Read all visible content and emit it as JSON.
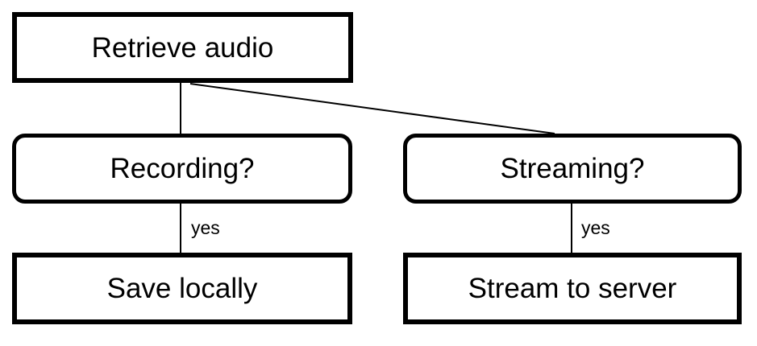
{
  "diagram": {
    "colors": {
      "background": "#ffffff",
      "stroke": "#000000",
      "text": "#000000"
    },
    "nodes": {
      "retrieve_audio": {
        "label": "Retrieve audio",
        "shape": "rectangle"
      },
      "recording": {
        "label": "Recording?",
        "shape": "rounded-rectangle"
      },
      "streaming": {
        "label": "Streaming?",
        "shape": "rounded-rectangle"
      },
      "save_locally": {
        "label": "Save locally",
        "shape": "rectangle"
      },
      "stream_to_server": {
        "label": "Stream to server",
        "shape": "rectangle"
      }
    },
    "edges": [
      {
        "from": "retrieve_audio",
        "to": "recording",
        "label": ""
      },
      {
        "from": "retrieve_audio",
        "to": "streaming",
        "label": ""
      },
      {
        "from": "recording",
        "to": "save_locally",
        "label": "yes"
      },
      {
        "from": "streaming",
        "to": "stream_to_server",
        "label": "yes"
      }
    ]
  }
}
